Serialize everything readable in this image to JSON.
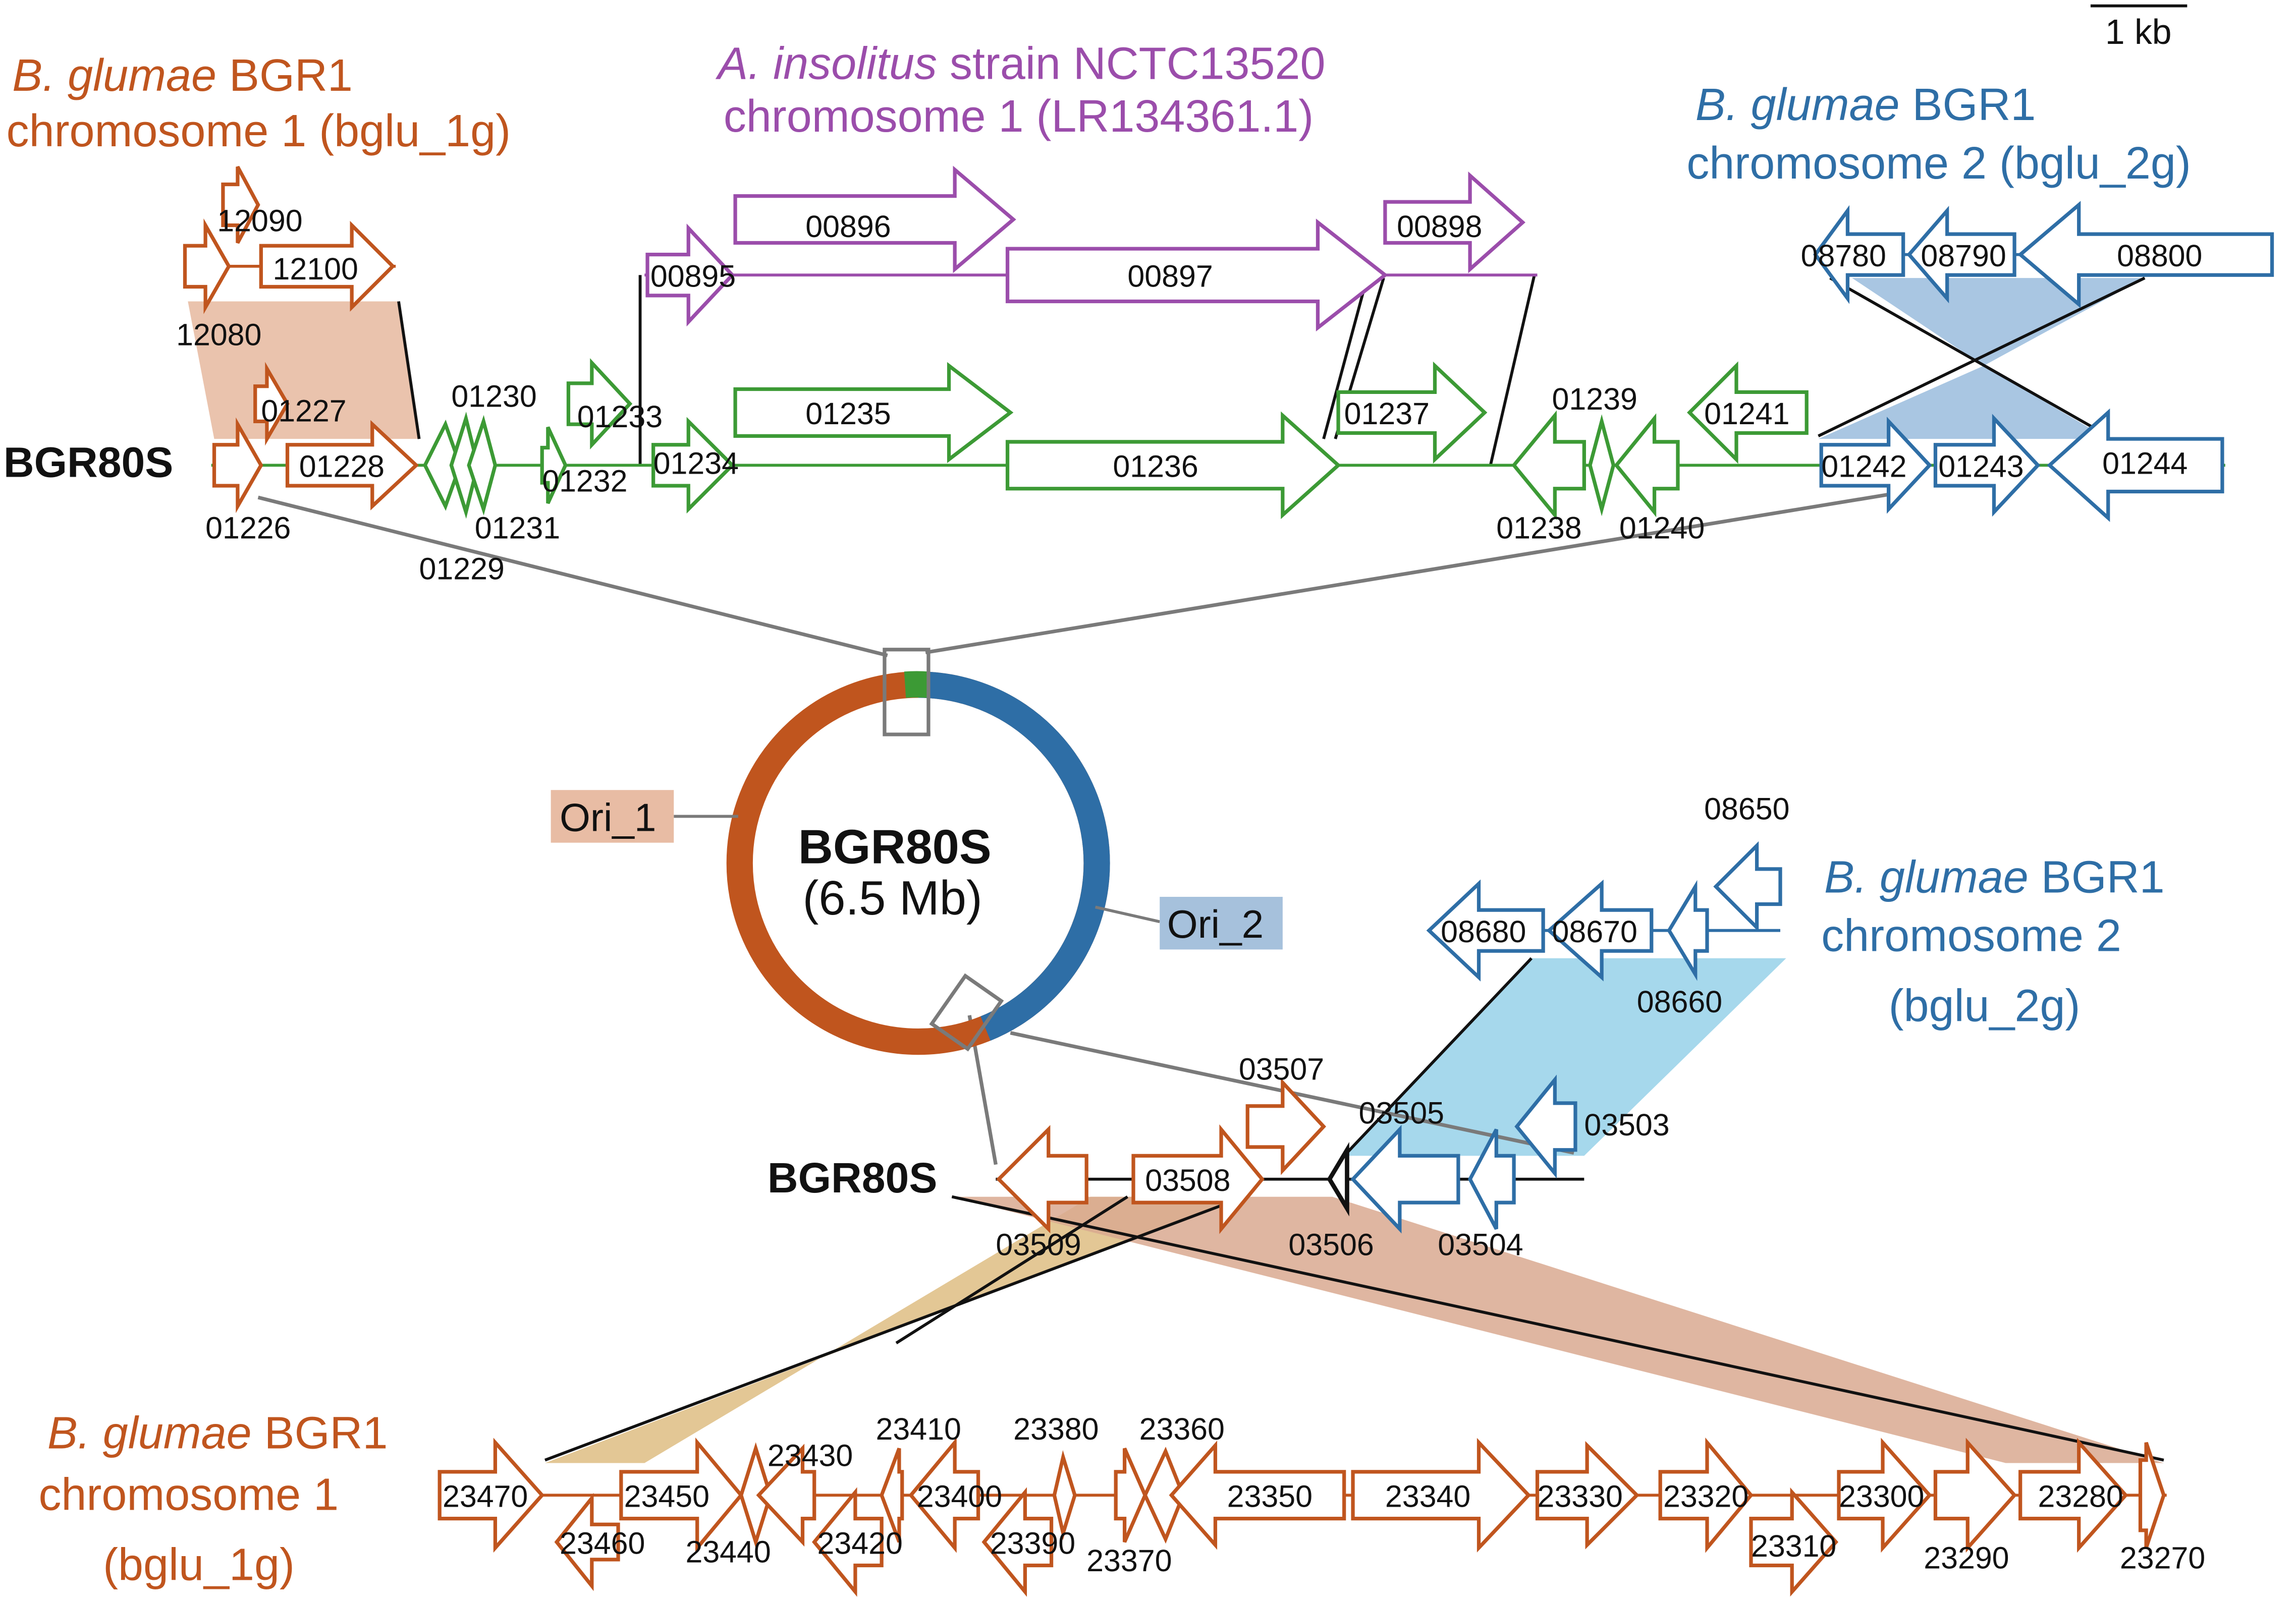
{
  "scale_bar": {
    "label": "1 kb"
  },
  "titles": {
    "chr1_top": {
      "species": "B. glumae",
      "strain": "BGR1",
      "chrom": "chromosome 1 (bglu_1g)"
    },
    "insolitus": {
      "species": "A. insolitus",
      "strain": "strain NCTC13520",
      "chrom": "chromosome 1 (LR134361.1)"
    },
    "chr2_top": {
      "species": "B. glumae",
      "strain": "BGR1",
      "chrom": "chromosome 2 (bglu_2g)"
    },
    "chr2_mid": {
      "species": "B. glumae",
      "strain": "BGR1",
      "line2": "chromosome 2",
      "line3": "(bglu_2g)"
    },
    "chr1_bottom": {
      "species": "B. glumae",
      "strain": "BGR1",
      "line2": "chromosome 1",
      "line3": "(bglu_1g)"
    }
  },
  "strain_labels": {
    "top": "BGR80S",
    "mid": "BGR80S"
  },
  "genome": {
    "name": "BGR80S",
    "size": "(6.5 Mb)",
    "ori1": "Ori_1",
    "ori2": "Ori_2"
  },
  "colors": {
    "chr1": "#c0551e",
    "chr2": "#2e6ea6",
    "insolitus": "#9b4dab",
    "bgr80s": "#3c9a35",
    "ori1_bg": "#e8bca4",
    "ori2_bg": "#a6c1dc",
    "chr1_band": "#e8bca4",
    "chr2_band": "#a9c6e2",
    "chr2_band_mid": "#a6d8ec",
    "tan_band": "#e0c18a",
    "brown_band": "#d9a991"
  },
  "genes": {
    "chr1_top": [
      "12080",
      "12090",
      "12100"
    ],
    "insolitus": [
      "00895",
      "00896",
      "00897",
      "00898"
    ],
    "chr2_top": [
      "08780",
      "08790",
      "08800"
    ],
    "bgr80s_top": [
      "01226",
      "01227",
      "01228",
      "01229",
      "01230",
      "01231",
      "01232",
      "01233",
      "01234",
      "01235",
      "01236",
      "01237",
      "01238",
      "01239",
      "01240",
      "01241",
      "01242",
      "01243",
      "01244"
    ],
    "chr2_mid": [
      "08650",
      "08660",
      "08670",
      "08680"
    ],
    "bgr80s_mid": [
      "03503",
      "03504",
      "03505",
      "03506",
      "03507",
      "03508",
      "03509"
    ],
    "chr1_bottom": [
      "23270",
      "23280",
      "23290",
      "23300",
      "23310",
      "23320",
      "23330",
      "23340",
      "23350",
      "23360",
      "23370",
      "23380",
      "23390",
      "23400",
      "23410",
      "23420",
      "23430",
      "23440",
      "23450",
      "23460",
      "23470"
    ]
  }
}
